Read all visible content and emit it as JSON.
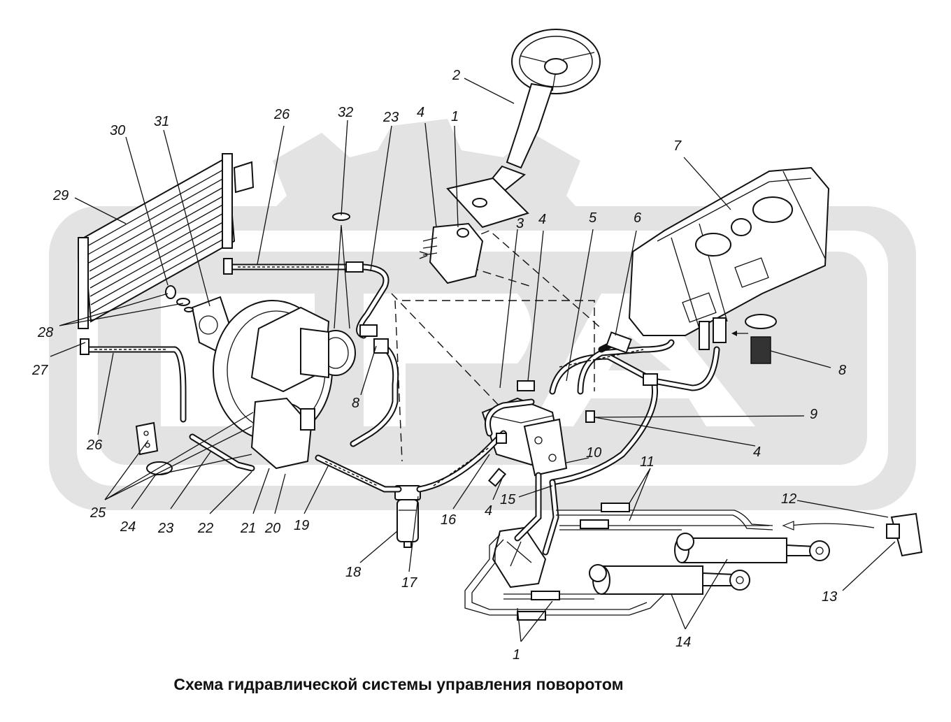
{
  "caption": "Схема гидравлической системы управления поворотом",
  "callouts": [
    {
      "id": "c1a",
      "text": "1"
    },
    {
      "id": "c1b",
      "text": "1"
    },
    {
      "id": "c2",
      "text": "2"
    },
    {
      "id": "c3",
      "text": "3"
    },
    {
      "id": "c4a",
      "text": "4"
    },
    {
      "id": "c4b",
      "text": "4"
    },
    {
      "id": "c4c",
      "text": "4"
    },
    {
      "id": "c4d",
      "text": "4"
    },
    {
      "id": "c5",
      "text": "5"
    },
    {
      "id": "c6",
      "text": "6"
    },
    {
      "id": "c7",
      "text": "7"
    },
    {
      "id": "c8a",
      "text": "8"
    },
    {
      "id": "c8b",
      "text": "8"
    },
    {
      "id": "c9",
      "text": "9"
    },
    {
      "id": "c10",
      "text": "10"
    },
    {
      "id": "c11",
      "text": "11"
    },
    {
      "id": "c12",
      "text": "12"
    },
    {
      "id": "c13",
      "text": "13"
    },
    {
      "id": "c14",
      "text": "14"
    },
    {
      "id": "c15",
      "text": "15"
    },
    {
      "id": "c16",
      "text": "16"
    },
    {
      "id": "c17",
      "text": "17"
    },
    {
      "id": "c18",
      "text": "18"
    },
    {
      "id": "c19",
      "text": "19"
    },
    {
      "id": "c20",
      "text": "20"
    },
    {
      "id": "c21",
      "text": "21"
    },
    {
      "id": "c22",
      "text": "22"
    },
    {
      "id": "c23a",
      "text": "23"
    },
    {
      "id": "c23b",
      "text": "23"
    },
    {
      "id": "c24",
      "text": "24"
    },
    {
      "id": "c25",
      "text": "25"
    },
    {
      "id": "c26a",
      "text": "26"
    },
    {
      "id": "c26b",
      "text": "26"
    },
    {
      "id": "c27",
      "text": "27"
    },
    {
      "id": "c28",
      "text": "28"
    },
    {
      "id": "c29",
      "text": "29"
    },
    {
      "id": "c30",
      "text": "30"
    },
    {
      "id": "c31",
      "text": "31"
    },
    {
      "id": "c32",
      "text": "32"
    }
  ]
}
